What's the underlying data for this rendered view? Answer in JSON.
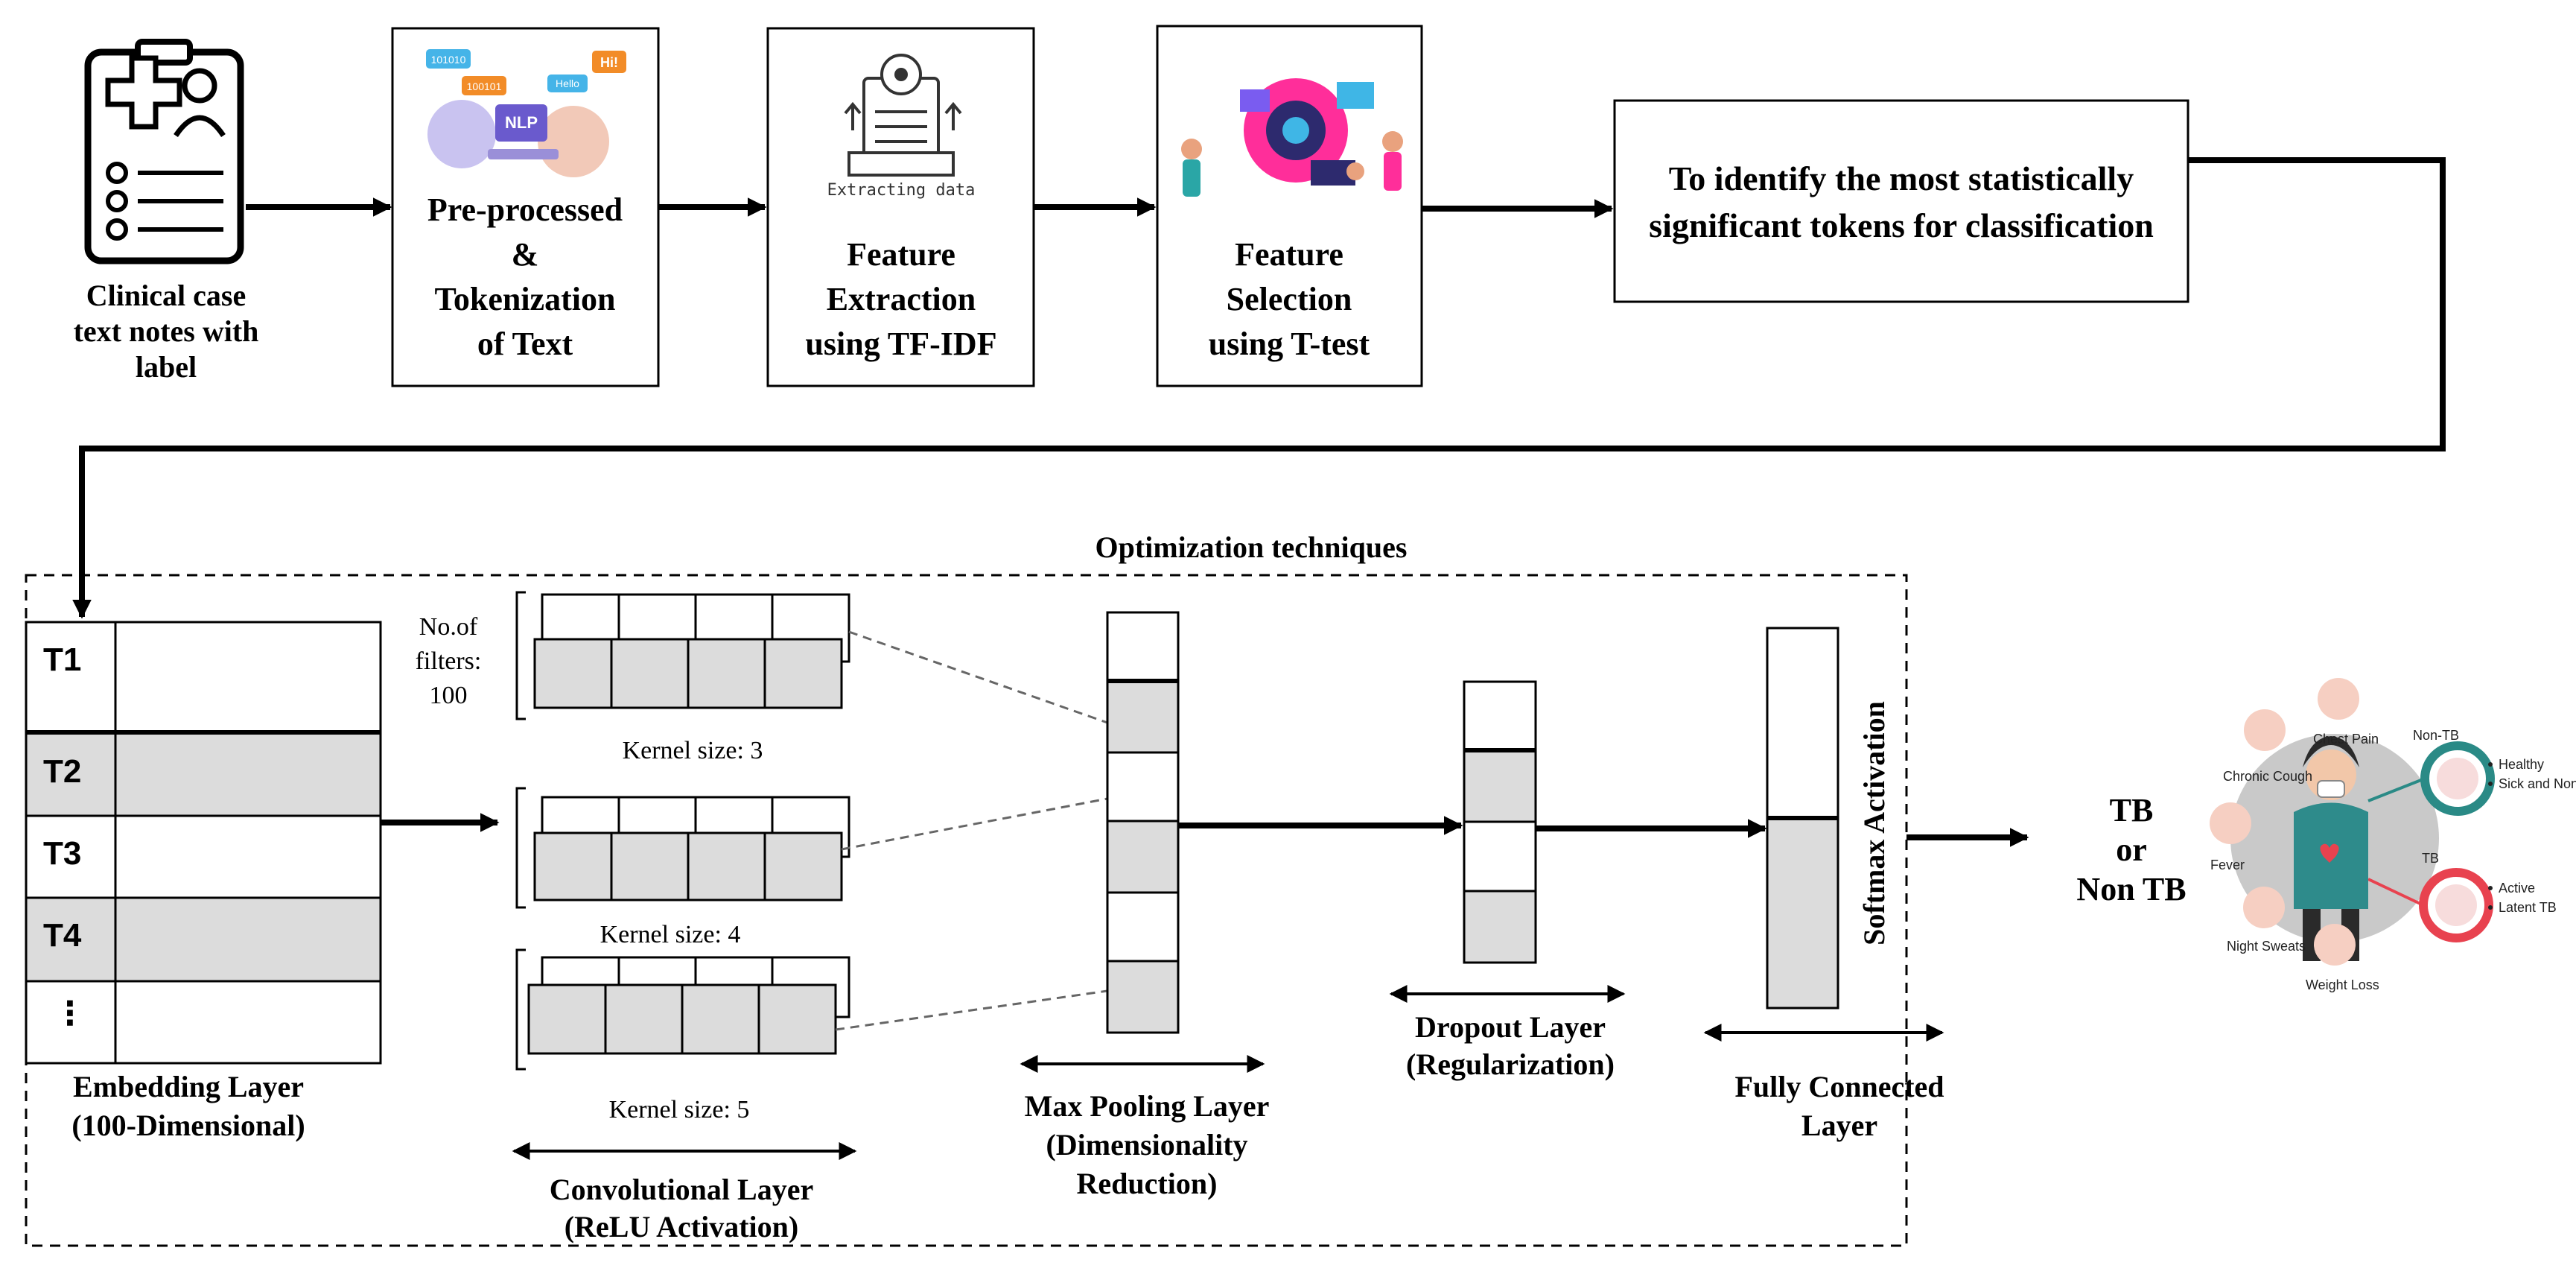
{
  "input": {
    "label_lines": [
      "Clinical case",
      "text notes with",
      "label"
    ],
    "icon": "clipboard-patient-icon"
  },
  "steps": [
    {
      "lines": [
        "Pre-processed",
        "&",
        "Tokenization",
        "of Text"
      ],
      "icon": "nlp-chatbot-icon",
      "icon_texts": [
        "NLP",
        "Hi!",
        "101010",
        "100101",
        "Hello"
      ]
    },
    {
      "lines": [
        "Feature",
        "Extraction",
        "using TF-IDF"
      ],
      "icon": "extracting-data-icon",
      "icon_caption": "Extracting data"
    },
    {
      "lines": [
        "Feature",
        "Selection",
        "using T-test"
      ],
      "icon": "data-analysis-people-icon"
    }
  ],
  "goal": {
    "lines": [
      "To identify the most statistically",
      "significant tokens for classification"
    ]
  },
  "optimization_label": "Optimization techniques",
  "embedding": {
    "rows": [
      "T1",
      "T2",
      "T3",
      "T4",
      "⋮"
    ],
    "title_lines": [
      "Embedding Layer",
      "(100-Dimensional)"
    ]
  },
  "conv": {
    "filters_lines": [
      "No.of",
      "filters:",
      "100"
    ],
    "kernels": [
      "Kernel size: 3",
      "Kernel size: 4",
      "Kernel size: 5"
    ],
    "title_lines": [
      "Convolutional Layer",
      "(ReLU Activation)"
    ]
  },
  "pooling": {
    "title_lines": [
      "Max Pooling Layer",
      "(Dimensionality",
      "Reduction)"
    ]
  },
  "dropout": {
    "title_lines": [
      "Dropout Layer",
      "(Regularization)"
    ]
  },
  "dense": {
    "title_lines": [
      "Fully Connected",
      "Layer"
    ]
  },
  "softmax_label": "Softmax Activation",
  "output": {
    "lines": [
      "TB",
      "or",
      "Non TB"
    ]
  },
  "illustration": {
    "symptoms": [
      "Chest Pain",
      "Chronic Cough",
      "Fever",
      "Night Sweats",
      "Weight Loss"
    ],
    "non_tb": {
      "title": "Non-TB",
      "items": [
        "Healthy",
        "Sick and Non-TB"
      ]
    },
    "tb": {
      "title": "TB",
      "items": [
        "Active",
        "Latent TB"
      ]
    }
  },
  "colors": {
    "gray_cell": "#dcdcdc",
    "line": "#000000",
    "accent_red": "#e8424f",
    "accent_teal": "#2a8a86"
  }
}
